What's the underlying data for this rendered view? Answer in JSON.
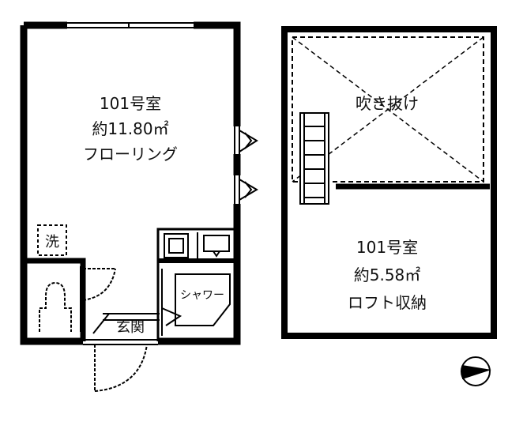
{
  "unit_main": {
    "room_name": "101号室",
    "area": "約11.80㎡",
    "floor_type": "フローリング",
    "washer_label": "洗",
    "shower_label": "シャワー",
    "entrance_label": "玄関"
  },
  "unit_loft": {
    "void_label": "吹き抜け",
    "room_name": "101号室",
    "area": "約5.58㎡",
    "loft_label": "ロフト収納"
  },
  "compass_icon": "north-arrow-icon"
}
